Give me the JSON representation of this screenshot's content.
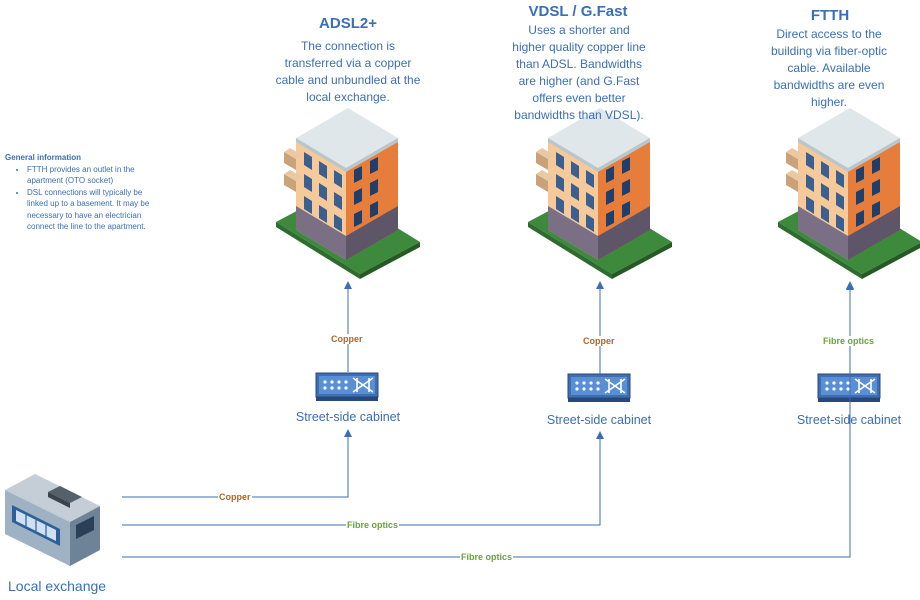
{
  "info": {
    "title": "General information",
    "items": [
      "FTTH provides an outlet in the apartment (OTO socket)",
      "DSL connections will typically be linked up to a basement. It may be necessary to have an electrician connect the line to the apartment."
    ]
  },
  "technologies": [
    {
      "title": "ADSL2+",
      "desc": "The connection is transferred via a copper cable and unbundled at the local exchange.",
      "building_link": "Copper",
      "cabinet": "Street-side cabinet"
    },
    {
      "title": "VDSL / G.Fast",
      "desc": "Uses a shorter and higher quality copper line than ADSL. Bandwidths are higher (and G.Fast offers even better bandwidths than VDSL).",
      "building_link": "Copper",
      "cabinet": "Street-side cabinet"
    },
    {
      "title": "FTTH",
      "desc": "Direct access to the building via fiber-optic cable. Available bandwidths are even higher.",
      "building_link": "Fibre optics",
      "cabinet": "Street-side cabinet"
    }
  ],
  "exchange_links": [
    "Copper",
    "Fibre optics",
    "Fibre optics"
  ],
  "exchange": {
    "label": "Local exchange"
  },
  "colors": {
    "line": "#3a6fb6",
    "copper": "#b5651d",
    "fibre": "#6aa436",
    "text": "#3a6fb6"
  }
}
